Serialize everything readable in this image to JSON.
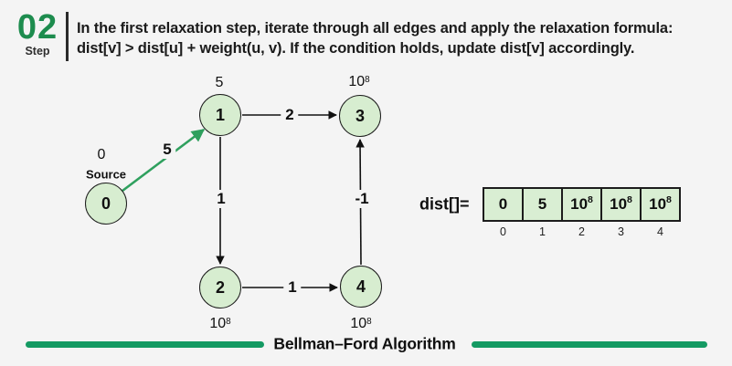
{
  "colors": {
    "background": "#f4f4f4",
    "accent_green": "#1d8c4e",
    "edge_green": "#2fa05e",
    "bar_green": "#149a63",
    "node_fill": "#d7edd0",
    "node_border": "#1c1c1c",
    "text": "#161616"
  },
  "header": {
    "step_number": "02",
    "step_label": "Step",
    "description_line1": "In the first relaxation step, iterate through all edges and apply the relaxation formula:",
    "description_line2": "dist[v] > dist[u] + weight(u, v). If the condition holds, update dist[v] accordingly."
  },
  "graph": {
    "source_caption": "Source",
    "nodes": [
      {
        "id": "0",
        "dist_base": "0",
        "dist_sup": ""
      },
      {
        "id": "1",
        "dist_base": "5",
        "dist_sup": ""
      },
      {
        "id": "2",
        "dist_base": "10",
        "dist_sup": "8"
      },
      {
        "id": "3",
        "dist_base": "10",
        "dist_sup": "8"
      },
      {
        "id": "4",
        "dist_base": "10",
        "dist_sup": "8"
      }
    ],
    "edges": [
      {
        "from": "0",
        "to": "1",
        "weight": "5",
        "relaxed": true
      },
      {
        "from": "1",
        "to": "3",
        "weight": "2",
        "relaxed": false
      },
      {
        "from": "1",
        "to": "2",
        "weight": "1",
        "relaxed": false
      },
      {
        "from": "2",
        "to": "4",
        "weight": "1",
        "relaxed": false
      },
      {
        "from": "4",
        "to": "3",
        "weight": "-1",
        "relaxed": false
      }
    ]
  },
  "dist_array": {
    "label": "dist[]=",
    "cells": [
      {
        "base": "0",
        "sup": ""
      },
      {
        "base": "5",
        "sup": ""
      },
      {
        "base": "10",
        "sup": "8"
      },
      {
        "base": "10",
        "sup": "8"
      },
      {
        "base": "10",
        "sup": "8"
      }
    ],
    "indices": [
      "0",
      "1",
      "2",
      "3",
      "4"
    ]
  },
  "footer": {
    "title": "Bellman–Ford Algorithm"
  }
}
